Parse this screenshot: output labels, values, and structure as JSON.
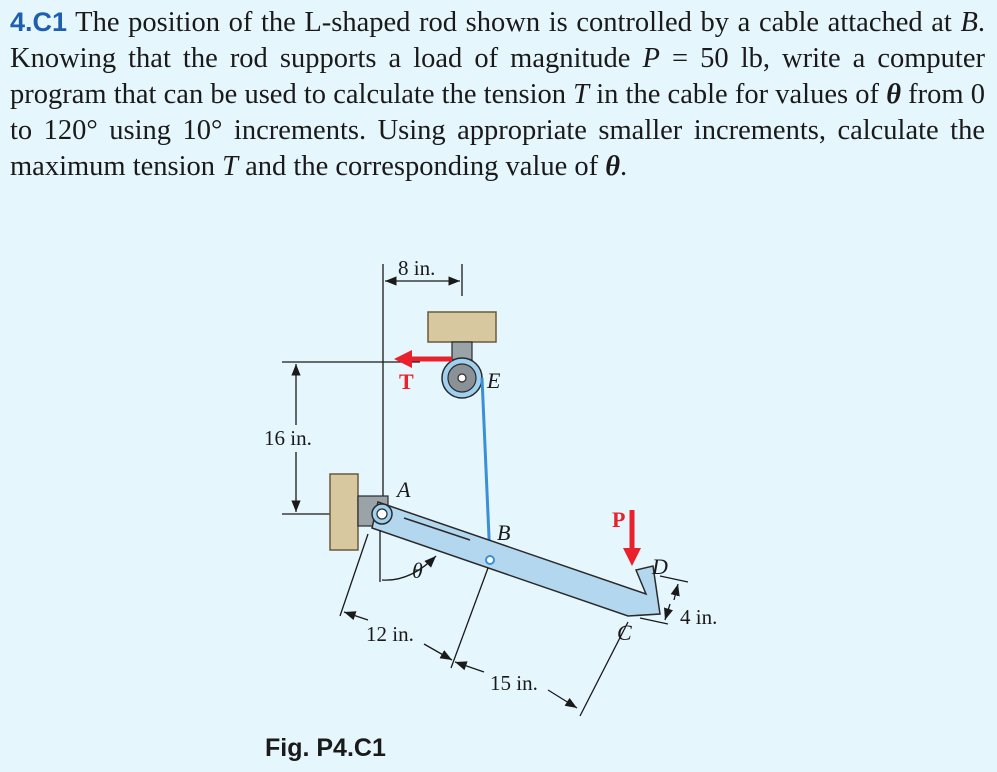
{
  "problem": {
    "number": "4.C1",
    "t1": " The position of the L-shaped rod shown is controlled by a cable attached at ",
    "B1": "B",
    "t2": ". Knowing that the rod supports a load of magnitude ",
    "P": "P",
    "t3": " = 50 lb, write a computer program that can be used to calculate the tension ",
    "T1": "T",
    "t4": " in the cable for values of ",
    "theta1": "θ",
    "t5": " from 0 to 120° using 10° increments. Using appropriate smaller increments, calculate the maximum tension ",
    "T2": "T",
    "t6": " and the corresponding value of ",
    "theta2": "θ",
    "t7": "."
  },
  "figure": {
    "caption": "Fig. P4.C1",
    "labels": {
      "T": "T",
      "P": "P",
      "A": "A",
      "B": "B",
      "C": "C",
      "D": "D",
      "E": "E",
      "theta": "θ"
    },
    "dimensions": {
      "d8": "8 in.",
      "d16": "16 in.",
      "d12": "12 in.",
      "d15": "15 in.",
      "d4": "4 in."
    },
    "colors": {
      "background": "#e6f6fd",
      "rod": "#b3d7ee",
      "cable": "#3a8fd9",
      "support": "#d8c8a0",
      "force": "#e8212c",
      "number": "#1f5fb0"
    }
  }
}
